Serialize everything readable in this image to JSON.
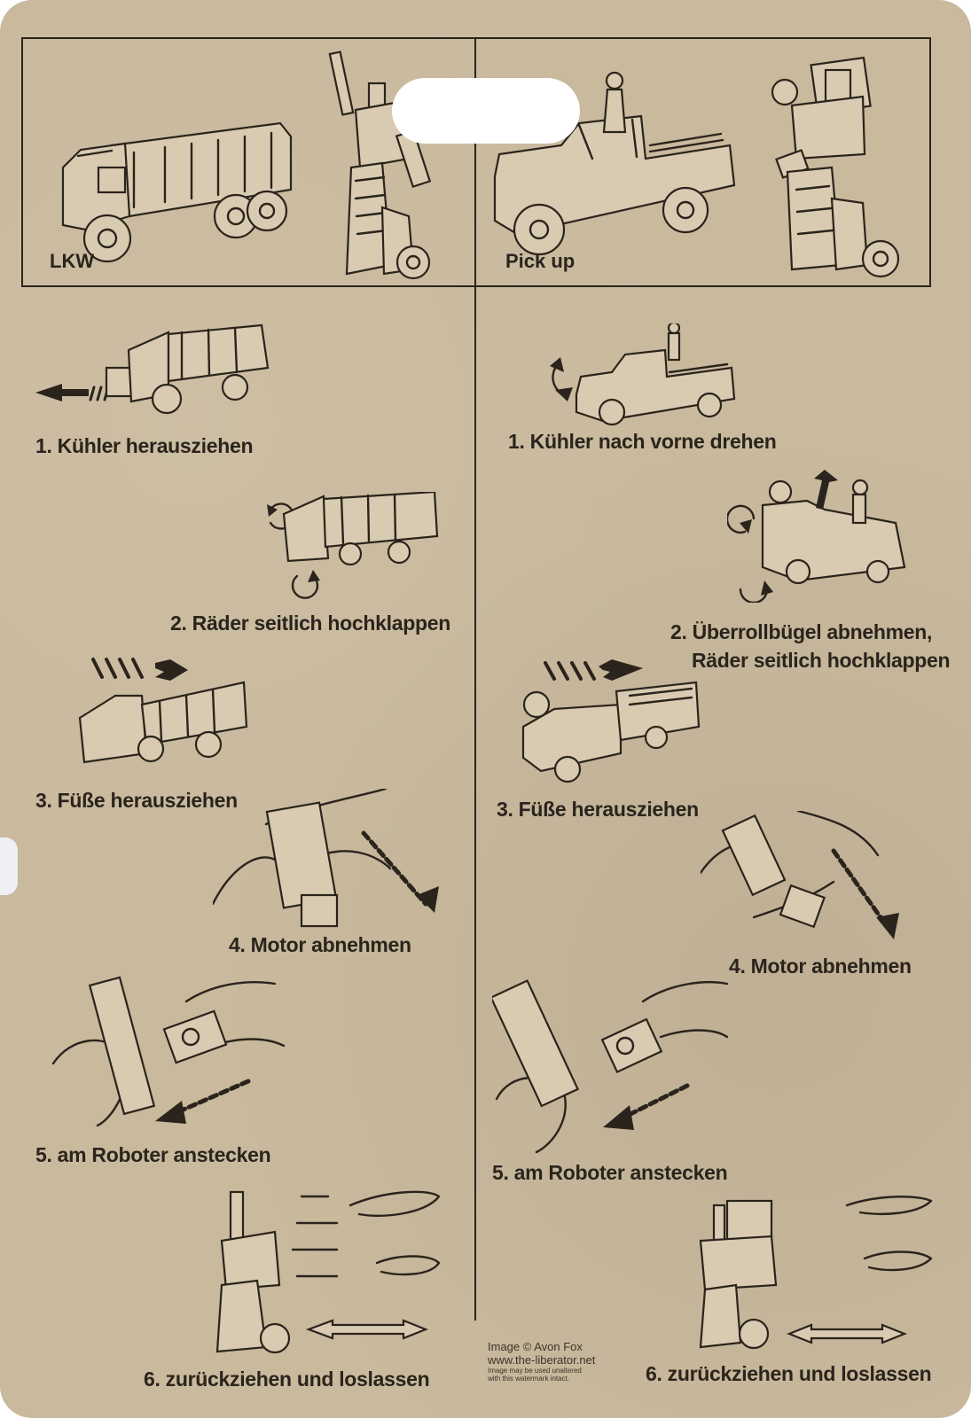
{
  "vehicles": {
    "left": "LKW",
    "right": "Pick up"
  },
  "left_steps": [
    {
      "label": "1. Kühler herausziehen"
    },
    {
      "label": "2. Räder seitlich hochklappen"
    },
    {
      "label": "3. Füße herausziehen"
    },
    {
      "label": "4. Motor abnehmen"
    },
    {
      "label": "5. am Roboter anstecken"
    },
    {
      "label": "6. zurückziehen und loslassen"
    }
  ],
  "right_steps": [
    {
      "label": "1. Kühler nach vorne drehen"
    },
    {
      "label": "2. Überrollbügel abnehmen,"
    },
    {
      "label": "Räder seitlich hochklappen"
    },
    {
      "label": "3. Füße herausziehen"
    },
    {
      "label": "4. Motor abnehmen"
    },
    {
      "label": "5. am Roboter anstecken"
    },
    {
      "label": "6. zurückziehen und loslassen"
    }
  ],
  "watermark": {
    "line1": "Image © Avon Fox",
    "line2": "www.the-liberator.net",
    "line3a": "Image may be used unaltered",
    "line3b": "with this watermark intact."
  },
  "colors": {
    "card": "#c9b99d",
    "ink": "#2a241c"
  }
}
